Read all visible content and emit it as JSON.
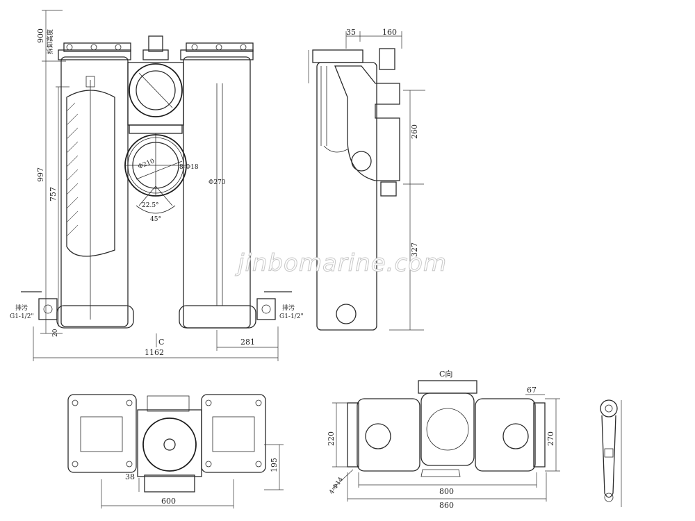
{
  "watermark": "jinbomarine.com",
  "labels": {
    "removal_height_value": "900",
    "removal_height_cn": "拆卸高度",
    "height_997": "997",
    "height_757": "757",
    "flange_holes": "8-Φ18",
    "flange_dia": "Φ210",
    "filter_dia": "Φ270",
    "angle_small": "22.5°",
    "angle_large": "45°",
    "drain_left_cn": "排污",
    "drain_left_spec": "G1-1/2\"",
    "drain_right_cn": "排污",
    "drain_right_spec": "G1-1/2\"",
    "bottom_20": "20",
    "section_c": "C",
    "width_1162": "1162",
    "width_281": "281",
    "side_35": "35",
    "side_160": "160",
    "side_260": "260",
    "side_327": "327",
    "view_c": "C向",
    "dim_67": "67",
    "dim_220": "220",
    "dim_270": "270",
    "dim_800": "800",
    "dim_860": "860",
    "mount_holes": "4-Φ14",
    "dim_38": "38",
    "dim_195": "195",
    "dim_600": "600"
  }
}
